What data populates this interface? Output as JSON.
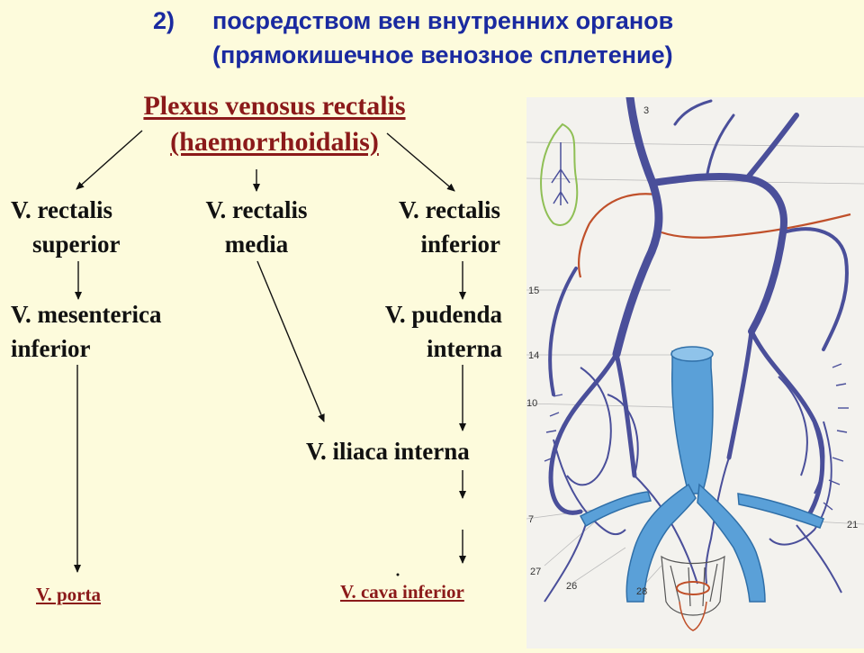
{
  "heading": {
    "number": "2)",
    "line1": "посредством вен внутренних органов",
    "line2": "(прямокишечное венозное сплетение)"
  },
  "title": {
    "line1": "Plexus venosus rectalis",
    "line2": "(haemorrhoidalis)"
  },
  "nodes": {
    "rectalis_superior": [
      "V. rectalis",
      "superior"
    ],
    "rectalis_media": [
      "V. rectalis",
      "media"
    ],
    "rectalis_inferior": [
      "V. rectalis",
      "inferior"
    ],
    "mesenterica_inferior": [
      "V. mesenterica",
      "inferior"
    ],
    "pudenda_interna": [
      "V. pudenda",
      "interna"
    ],
    "iliaca_interna": "V. iliaca interna"
  },
  "terminals": {
    "porta": "V. porta",
    "cava_inferior": "V. cava inferior"
  },
  "figure": {
    "labels": [
      "3",
      "15",
      "14",
      "10",
      "7",
      "21",
      "27",
      "26",
      "28"
    ],
    "colors": {
      "vein": "#4a4f9a",
      "ivc": "#5aa0d8",
      "artery": "#c0502a",
      "paper": "#f3f2ee"
    }
  }
}
